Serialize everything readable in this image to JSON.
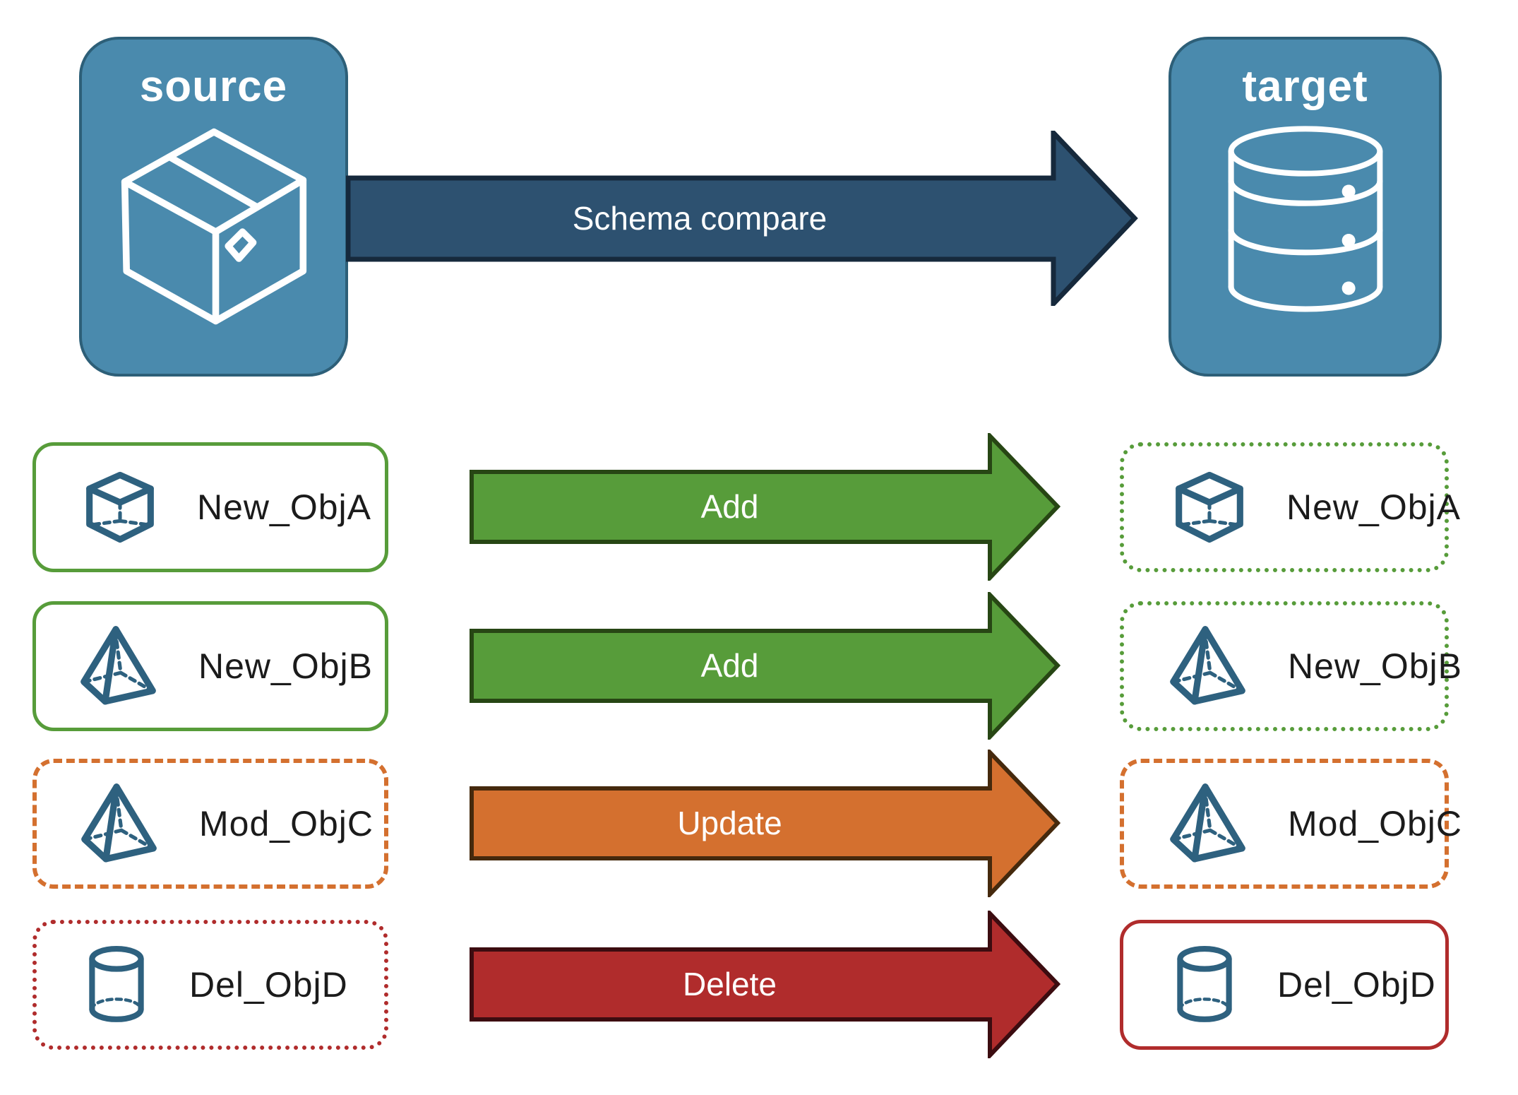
{
  "diagram": {
    "source_panel": {
      "title": "source",
      "icon": "package-box"
    },
    "target_panel": {
      "title": "target",
      "icon": "database"
    },
    "compare_arrow": {
      "label": "Schema compare"
    },
    "rows": [
      {
        "name": "New_ObjA",
        "action": "Add",
        "icon": "cube",
        "source_style": "solid-green",
        "target_style": "dotted-green"
      },
      {
        "name": "New_ObjB",
        "action": "Add",
        "icon": "pyramid",
        "source_style": "solid-green",
        "target_style": "dotted-green"
      },
      {
        "name": "Mod_ObjC",
        "action": "Update",
        "icon": "pyramid",
        "source_style": "dashed-orange",
        "target_style": "dashed-orange"
      },
      {
        "name": "Del_ObjD",
        "action": "Delete",
        "icon": "cylinder",
        "source_style": "dotted-red",
        "target_style": "solid-red"
      }
    ],
    "colors": {
      "panel_fill": "#4a8aad",
      "panel_border": "#2d5f78",
      "compare_fill": "#2d5170",
      "compare_border": "#16293c",
      "add_fill": "#579c3a",
      "add_border": "#274614",
      "update_fill": "#d4702f",
      "update_border": "#45290d",
      "delete_fill": "#b02c2c",
      "delete_border": "#3c0c10",
      "icon_blue": "#2e617f",
      "label_text": "#1b1b1b"
    }
  }
}
